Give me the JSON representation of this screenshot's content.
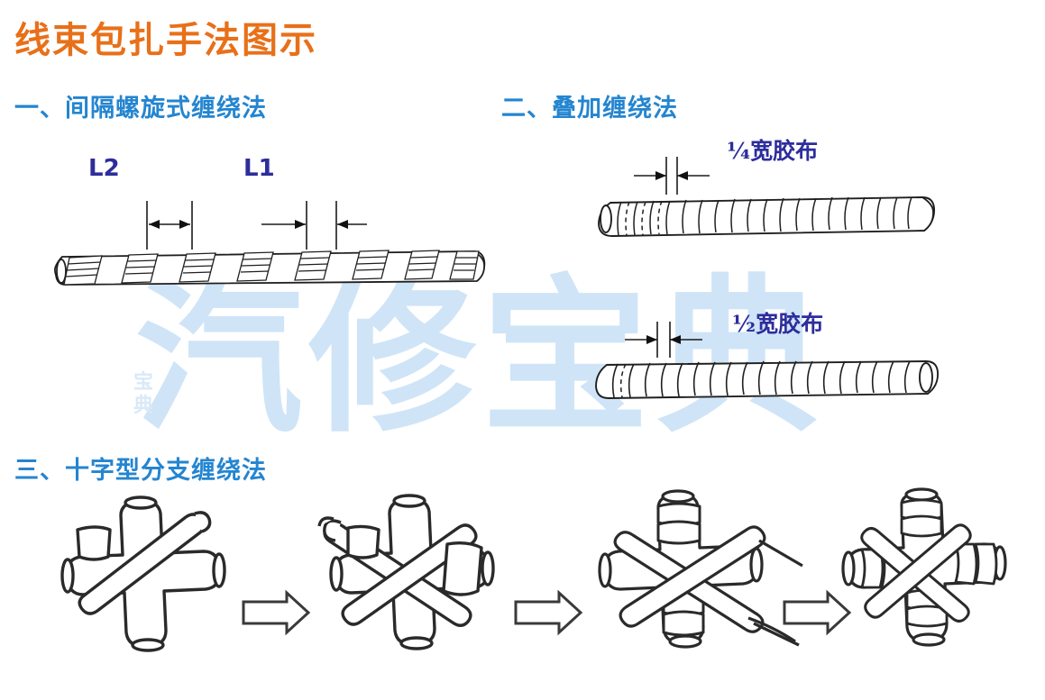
{
  "document": {
    "title": "线束包扎手法图示",
    "title_color": "#e8701a",
    "heading_color": "#2485d0",
    "label_color": "#2d2d9c",
    "watermark": {
      "text_main": "汽修宝典",
      "text_side": "宝典",
      "color": "#cfe4f7"
    }
  },
  "sections": [
    {
      "number": "一、",
      "heading": "一、间隔螺旋式缠绕法",
      "labels": [
        {
          "name": "L2",
          "text": "L2"
        },
        {
          "name": "L1",
          "text": "L1"
        }
      ],
      "illustration": "spaced-spiral-wrapped-harness"
    },
    {
      "number": "二、",
      "heading": "二、叠加缠绕法",
      "labels": [
        {
          "name": "quarter-tape",
          "text": "¼宽胶布"
        },
        {
          "name": "half-tape",
          "text": "½宽胶布"
        }
      ],
      "illustration": "overlapped-wrapped-harness"
    },
    {
      "number": "三、",
      "heading": "三、十字型分支缠绕法",
      "steps": [
        {
          "index": "1",
          "illustration": "cross-junction-step-1"
        },
        {
          "index": "2",
          "illustration": "cross-junction-step-2"
        },
        {
          "index": "3",
          "illustration": "cross-junction-step-3"
        },
        {
          "index": "4",
          "illustration": "cross-junction-step-4"
        }
      ],
      "separators": [
        "arrow-right",
        "arrow-right",
        "arrow-right"
      ]
    }
  ]
}
